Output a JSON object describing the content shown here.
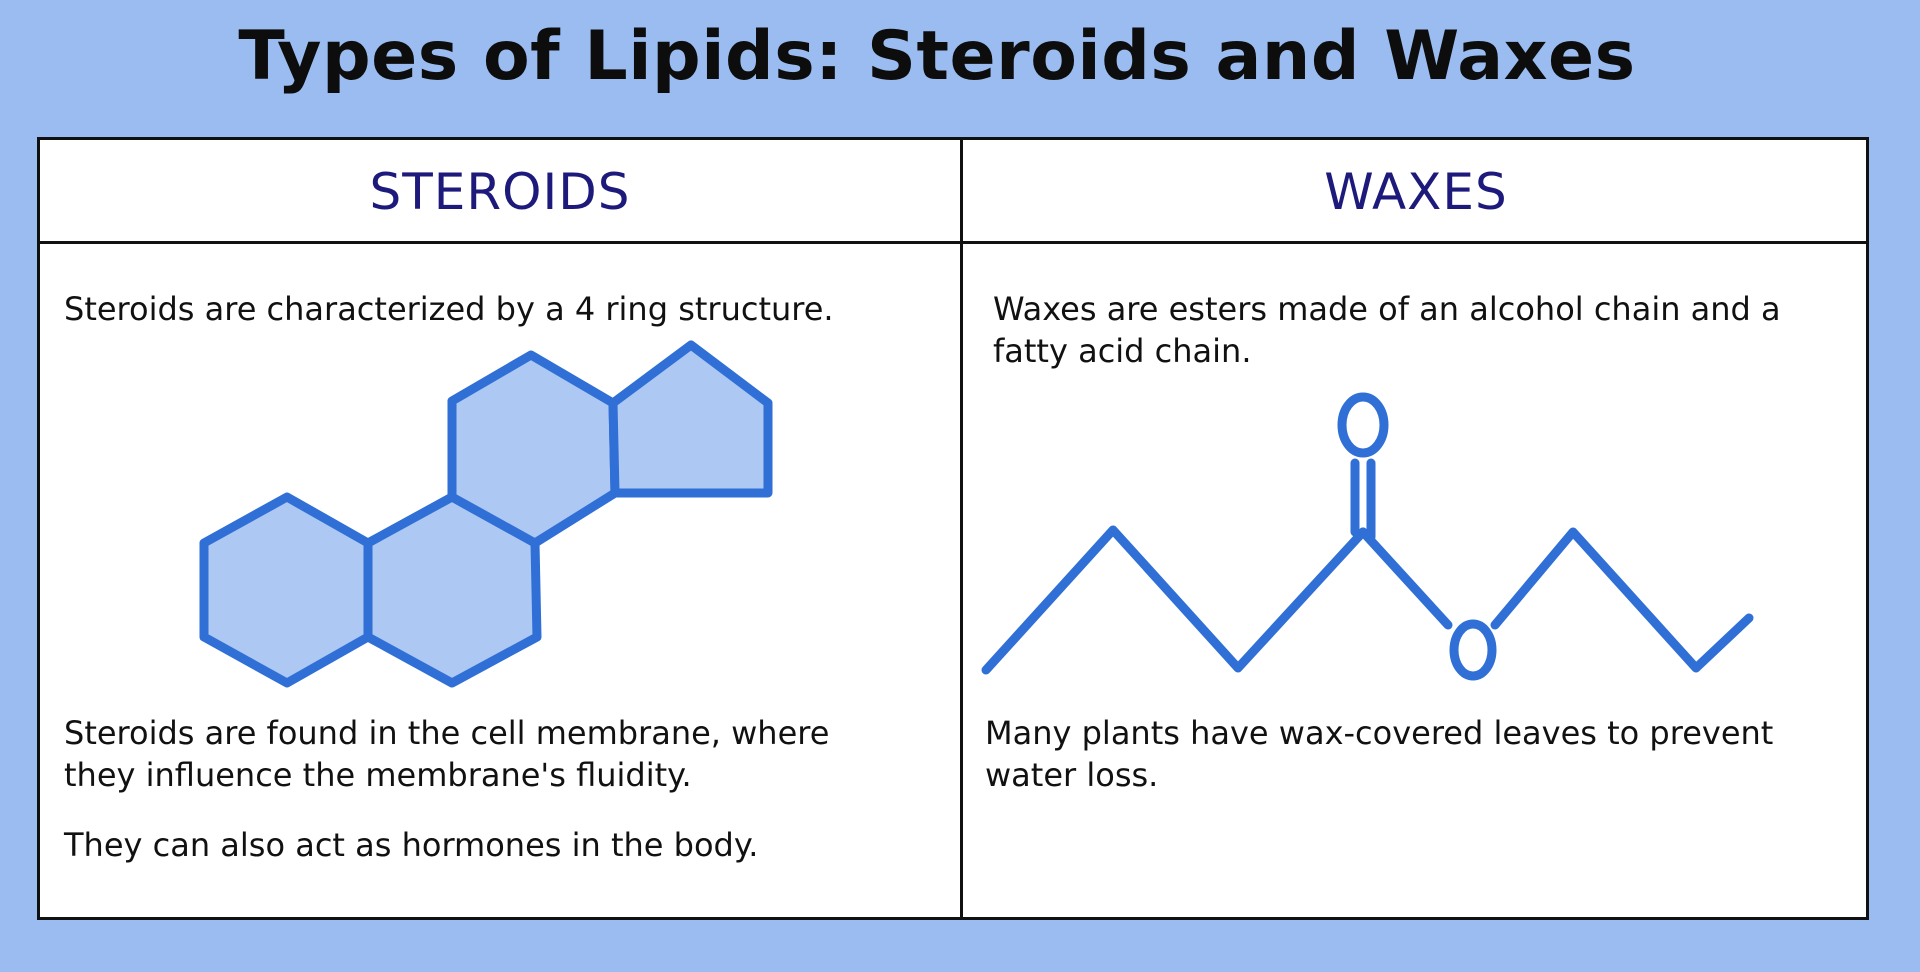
{
  "title": "Types of Lipids: Steroids and Waxes",
  "colors": {
    "background": "#9bbcf0",
    "panel": "#ffffff",
    "border": "#111111",
    "header_text": "#1d1a7c",
    "bond_stroke": "#2f6fd6",
    "ring_fill": "#adc8f2"
  },
  "steroids": {
    "header": "STEROIDS",
    "intro": "Steroids are characterized by a 4 ring structure.",
    "membrane_line1": "Steroids are found in the cell membrane, where",
    "membrane_line2": "they influence the membrane's fluidity.",
    "hormones": "They can also act as hormones in the body.",
    "diagram_icon": "steroid-four-ring-structure"
  },
  "waxes": {
    "header": "WAXES",
    "intro_line1": "Waxes are esters made of an alcohol chain and a",
    "intro_line2": "fatty acid chain.",
    "carbonyl_atom": "O",
    "ester_atom": "O",
    "plants_line1": "Many plants have wax-covered leaves to prevent",
    "plants_line2": "water loss.",
    "diagram_icon": "ester-skeletal-structure"
  }
}
